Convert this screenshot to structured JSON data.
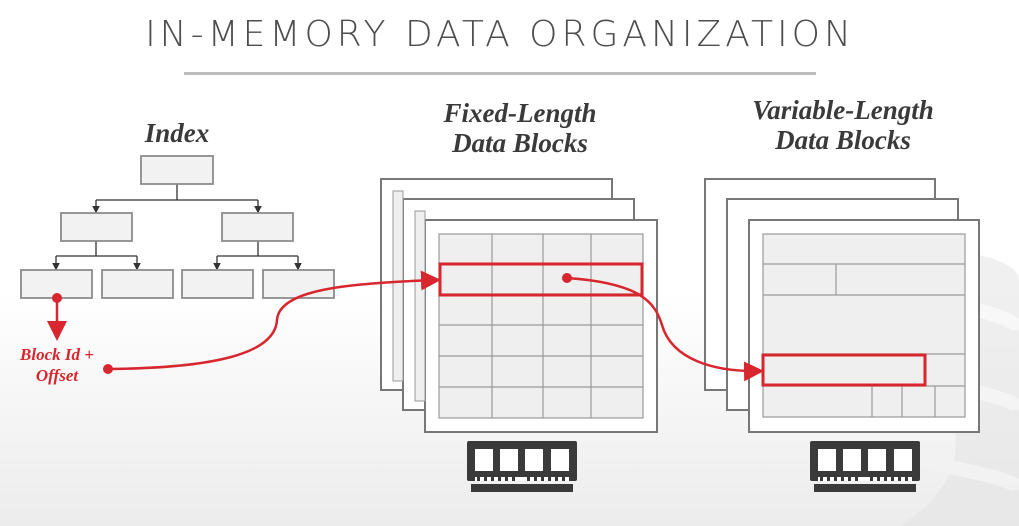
{
  "title": "IN-MEMORY DATA ORGANIZATION",
  "index": {
    "heading": "Index"
  },
  "fixed_blocks": {
    "heading_line1": "Fixed-Length",
    "heading_line2": "Data Blocks"
  },
  "variable_blocks": {
    "heading_line1": "Variable-Length",
    "heading_line2": "Data Blocks"
  },
  "pointer_label": {
    "line1": "Block Id +",
    "line2": "Offset"
  },
  "colors": {
    "accent": "#d8262e",
    "node_fill": "#f2f2f2",
    "node_stroke": "#8c8c8c",
    "block_stroke": "#777777",
    "text": "#3a3a3a"
  },
  "icons": [
    "memory-chip-icon"
  ]
}
